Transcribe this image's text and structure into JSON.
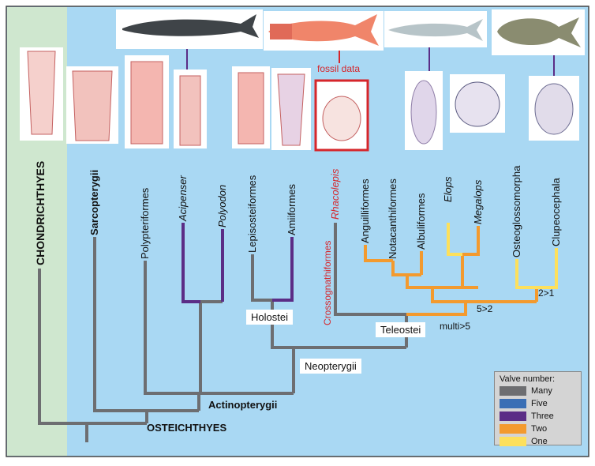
{
  "labels": {
    "chondrichthyes": "CHONDRICHTHYES",
    "osteichthyes": "OSTEICHTHYES",
    "actinopterygii": "Actinopterygii",
    "neopterygii": "Neopterygii",
    "holostei": "Holostei",
    "teleostei": "Teleostei",
    "fossil_data": "fossil data"
  },
  "taxa": [
    {
      "name": "Sarcopterygii"
    },
    {
      "name": "Polypteriformes"
    },
    {
      "name": "Acipenser"
    },
    {
      "name": "Polyodon"
    },
    {
      "name": "Lepisosteiformes"
    },
    {
      "name": "Amiiformes"
    },
    {
      "name": "Rhacolepis"
    },
    {
      "name": "Crossognathiformes"
    },
    {
      "name": "Anguilliformes"
    },
    {
      "name": "Notacanthiformes"
    },
    {
      "name": "Albuliformes"
    },
    {
      "name": "Elops"
    },
    {
      "name": "Megalops"
    },
    {
      "name": "Osteoglossomorpha"
    },
    {
      "name": "Clupeocephala"
    }
  ],
  "annotations": {
    "two_to_one": "2>1",
    "five_to_two": "5>2",
    "multi_to_five": "multi>5"
  },
  "legend": {
    "title": "Valve number:",
    "items": [
      {
        "label": "Many",
        "color": "#6d6e71"
      },
      {
        "label": "Five",
        "color": "#3a6fb5"
      },
      {
        "label": "Three",
        "color": "#5b2d86"
      },
      {
        "label": "Two",
        "color": "#f39a2e"
      },
      {
        "label": "One",
        "color": "#fde05c"
      }
    ]
  },
  "colors": {
    "background": "#a9d8f3",
    "chondrichthyes_panel": "#cfe7cf",
    "many": "#6d6e71",
    "three": "#5b2d86",
    "two": "#f39a2e",
    "one": "#fde05c",
    "fossil": "#d6262b"
  }
}
